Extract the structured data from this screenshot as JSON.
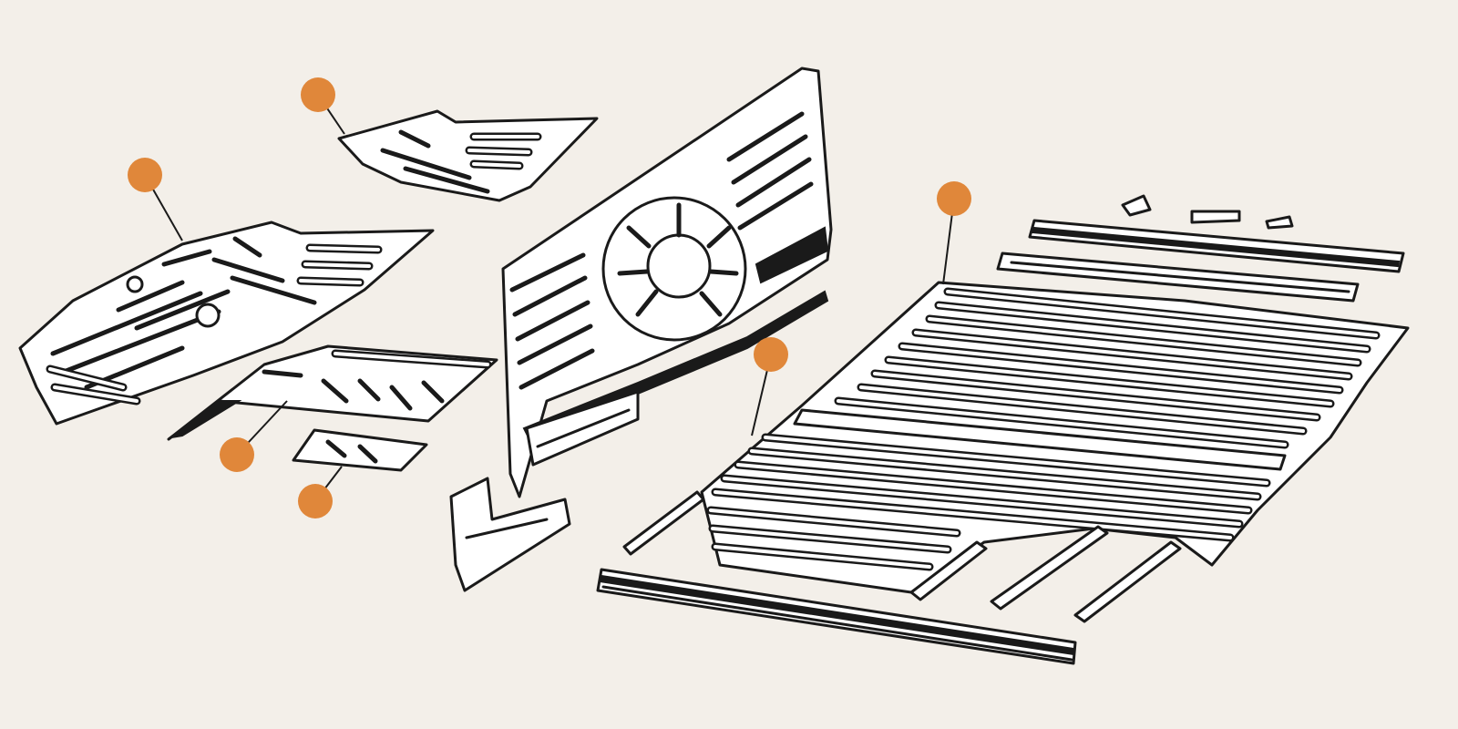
{
  "diagram": {
    "hotspot_color": "#e0873a",
    "line_color": "#1a1a1a",
    "paper_color": "#ffffff",
    "background_color": "#f3efe9",
    "hotspots": [
      {
        "id": "front-right-floor-pan"
      },
      {
        "id": "front-left-floor-pan"
      },
      {
        "id": "center-floor-section"
      },
      {
        "id": "small-floor-patch"
      },
      {
        "id": "rear-floor-assembly"
      },
      {
        "id": "main-cargo-floor"
      }
    ]
  }
}
